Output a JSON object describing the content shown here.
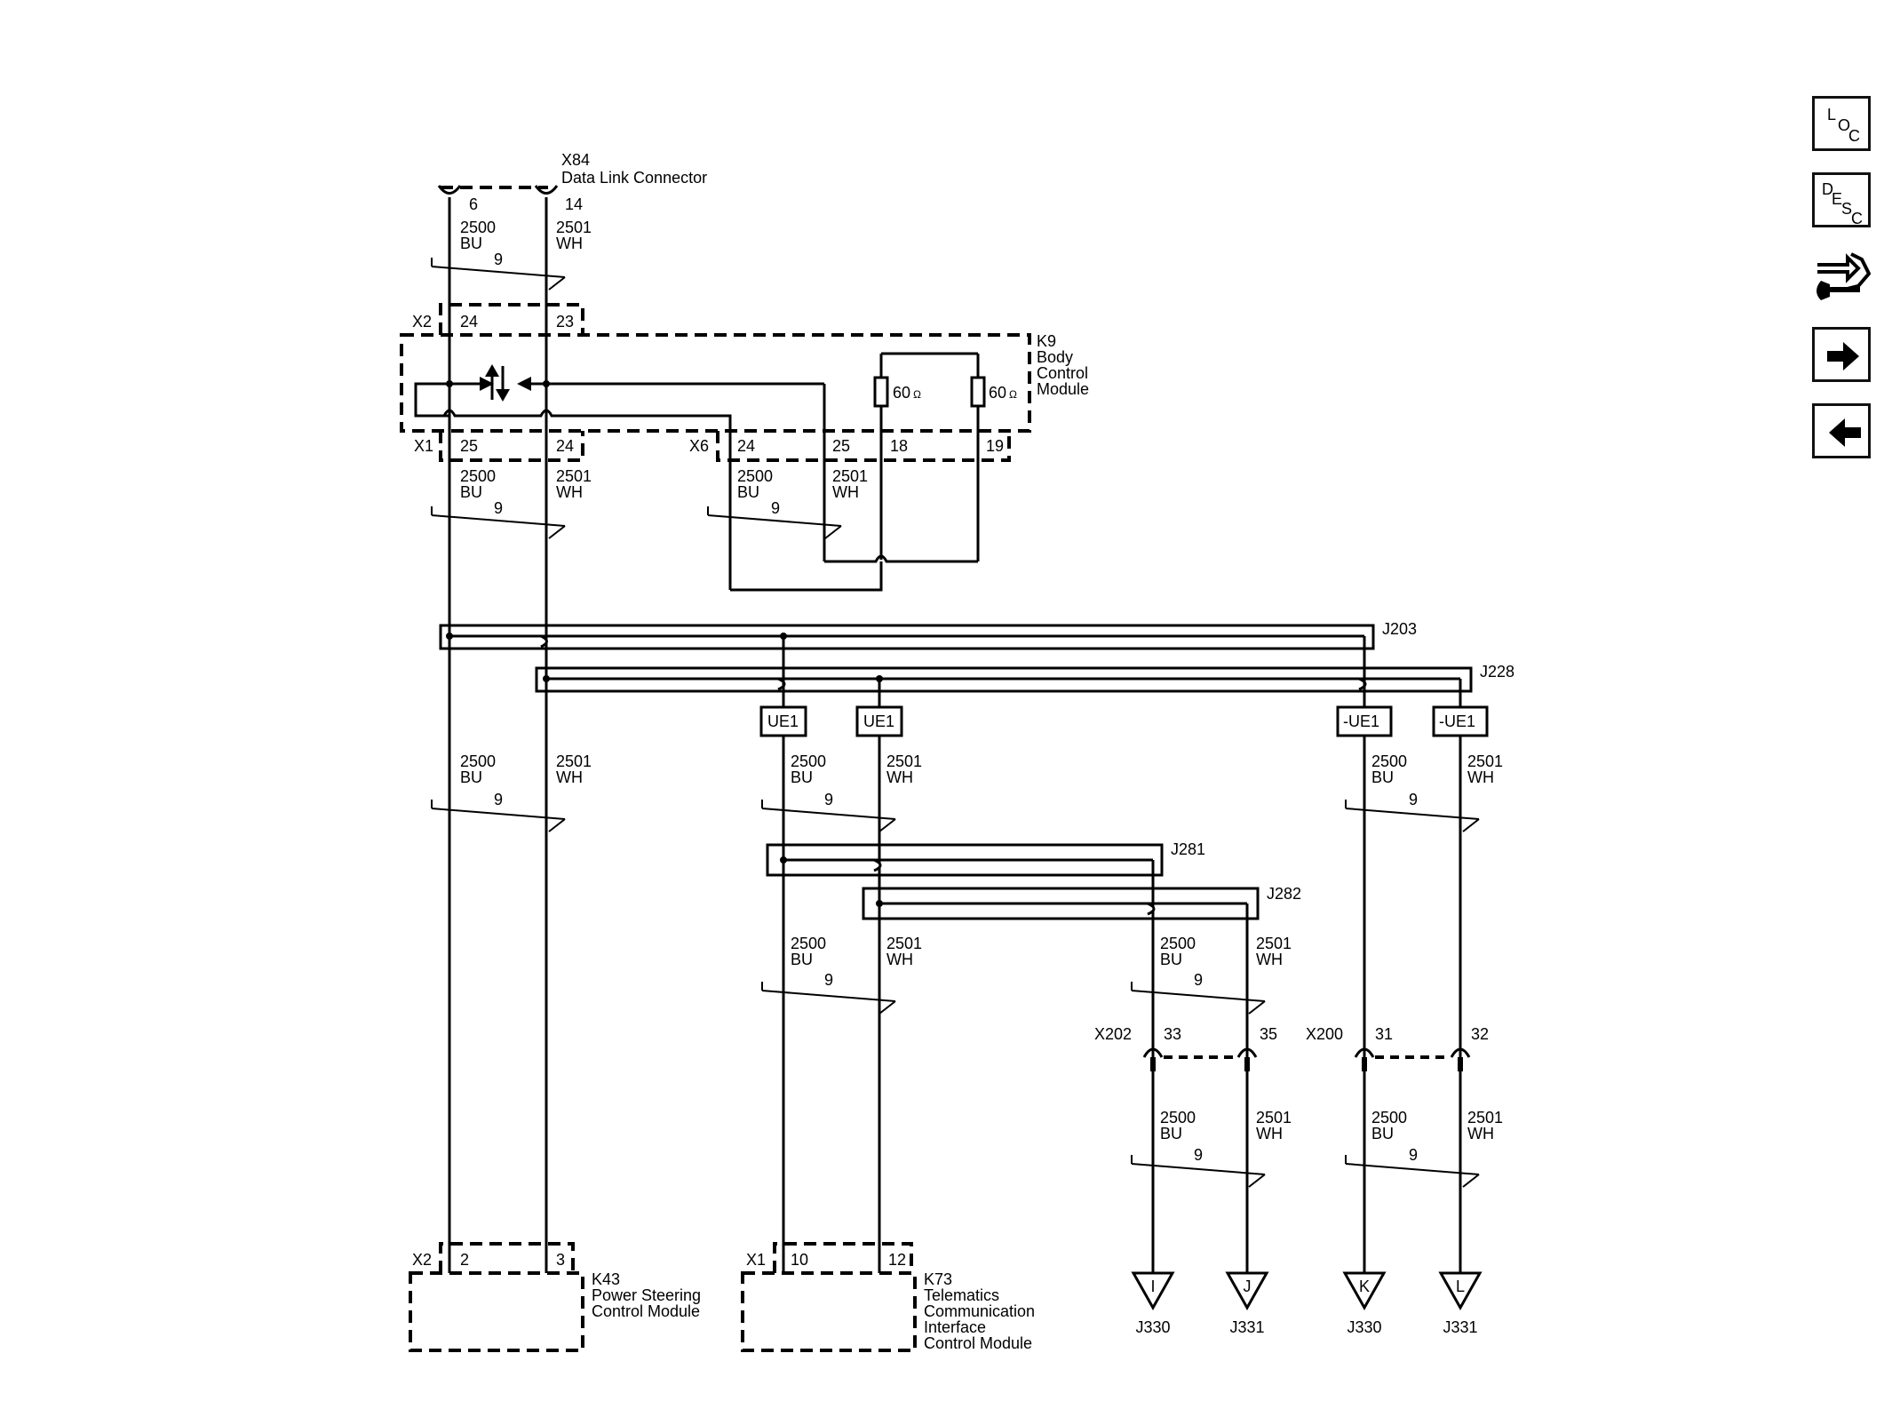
{
  "connectors": {
    "x84": {
      "id": "X84",
      "name": "Data Link Connector",
      "pins": [
        "6",
        "14"
      ]
    },
    "k9_x2": {
      "id": "X2",
      "pins": [
        "24",
        "23"
      ]
    },
    "k9_x1": {
      "id": "X1",
      "pins": [
        "25",
        "24"
      ]
    },
    "k9_x6": {
      "id": "X6",
      "pins": [
        "24",
        "25",
        "18",
        "19"
      ]
    },
    "x202": {
      "id": "X202",
      "pins": [
        "33",
        "35"
      ]
    },
    "x200": {
      "id": "X200",
      "pins": [
        "31",
        "32"
      ]
    },
    "k43_x2": {
      "id": "X2",
      "pins": [
        "2",
        "3"
      ]
    },
    "k73_x1": {
      "id": "X1",
      "pins": [
        "10",
        "12"
      ]
    }
  },
  "modules": {
    "k9": {
      "id": "K9",
      "line1": "Body",
      "line2": "Control",
      "line3": "Module"
    },
    "k43": {
      "id": "K43",
      "line1": "Power Steering",
      "line2": "Control Module"
    },
    "k73": {
      "id": "K73",
      "line1": "Telematics",
      "line2": "Communication",
      "line3": "Interface",
      "line4": "Control Module"
    }
  },
  "resistors": {
    "value": "60",
    "unit": "Ω"
  },
  "wires": {
    "bu_circuit": "2500",
    "bu_color": "BU",
    "wh_circuit": "2501",
    "wh_color": "WH",
    "twist": "9"
  },
  "splices": [
    "J203",
    "J228",
    "J281",
    "J282"
  ],
  "options": {
    "ue1": "UE1",
    "not_ue1": "-UE1"
  },
  "offpage": [
    {
      "letter": "I",
      "ref": "J330"
    },
    {
      "letter": "J",
      "ref": "J331"
    },
    {
      "letter": "K",
      "ref": "J330"
    },
    {
      "letter": "L",
      "ref": "J331"
    }
  ],
  "nav": {
    "loc": [
      "L",
      "O",
      "C"
    ],
    "desc": [
      "D",
      "E",
      "S",
      "C"
    ],
    "icons": [
      "service-tool-icon",
      "arrow-right-icon",
      "arrow-left-icon"
    ]
  }
}
